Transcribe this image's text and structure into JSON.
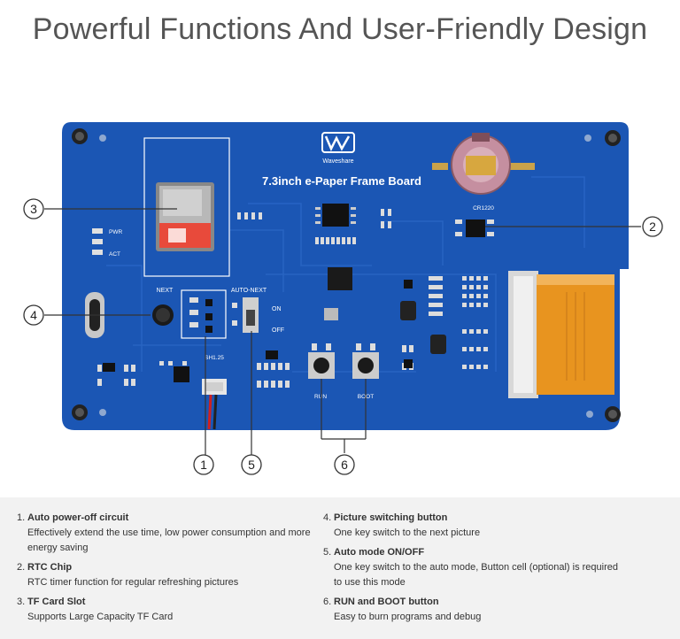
{
  "title": "Powerful Functions And User-Friendly Design",
  "board": {
    "brand": "Waveshare",
    "name": "7.3inch e-Paper Frame Board",
    "silkscreen": {
      "cr1220": "CR1220",
      "pwr": "PWR",
      "act": "ACT",
      "next": "NEXT",
      "auto_next": "AUTO-NEXT",
      "on": "ON",
      "off": "OFF",
      "sh125": "SH1.25",
      "run": "RUN",
      "boot": "BOOT"
    }
  },
  "callouts": [
    "1",
    "2",
    "3",
    "4",
    "5",
    "6"
  ],
  "features": [
    {
      "num": "1.",
      "title": "Auto power-off circuit",
      "desc": [
        "Effectively extend the use time, low power consumption and more",
        "energy saving"
      ]
    },
    {
      "num": "2.",
      "title": "RTC Chip",
      "desc": [
        "RTC timer function for regular refreshing pictures"
      ]
    },
    {
      "num": "3.",
      "title": "TF Card Slot",
      "desc": [
        "Supports Large Capacity TF Card"
      ]
    },
    {
      "num": "4.",
      "title": "Picture switching button",
      "desc": [
        "One key switch to the next picture"
      ]
    },
    {
      "num": "5.",
      "title": "Auto mode ON/OFF",
      "desc": [
        "One key switch to the auto mode, Button cell (optional) is required",
        "to use this mode"
      ]
    },
    {
      "num": "6.",
      "title": "RUN and BOOT button",
      "desc": [
        "Easy to burn programs and debug"
      ]
    }
  ],
  "colors": {
    "pcb": "#1b56b4",
    "pcb_dark": "#14438f",
    "title_text": "#555555",
    "flex_cable": "#e8941f",
    "panel_bg": "#f2f2f2"
  }
}
